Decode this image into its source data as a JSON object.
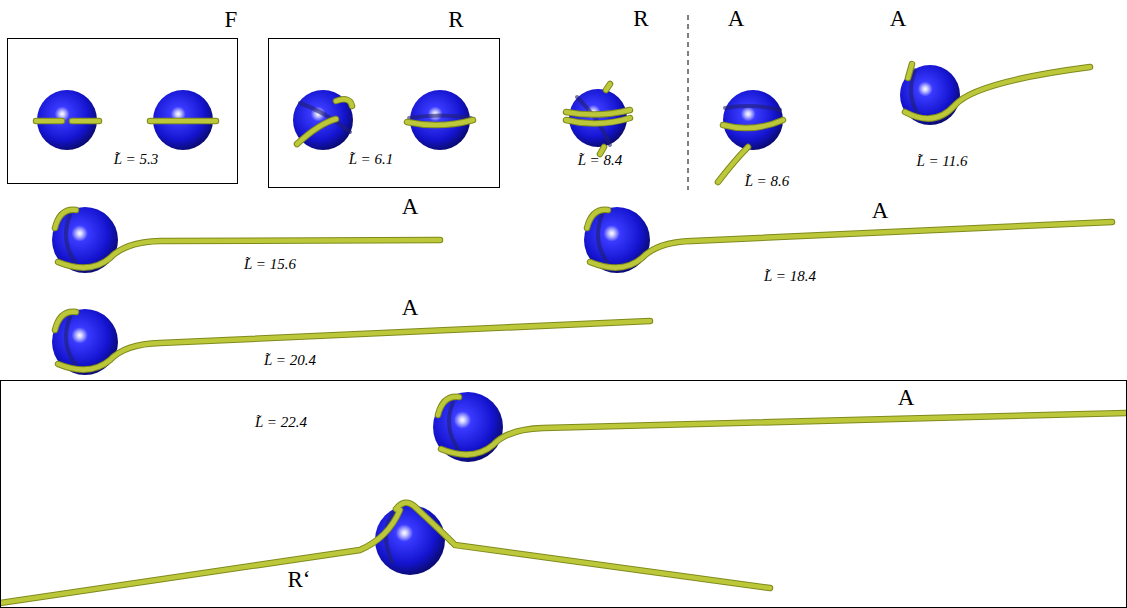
{
  "diagram": {
    "nodes": [
      {
        "text": [
          "F",
          "L̃ = 5.3"
        ]
      },
      {
        "text": [
          "R",
          "L̃ = 6.1"
        ]
      },
      {
        "text": [
          "L̃ = 22.4",
          "A",
          "R‘"
        ]
      }
    ],
    "labels": [
      "R",
      "L̃ = 8.4",
      "A",
      "L̃ = 8.6",
      "A",
      "L̃ = 11.6",
      "A",
      "L̃ = 15.6",
      "A",
      "L̃ = 18.4",
      "A",
      "L̃ = 20.4"
    ]
  }
}
